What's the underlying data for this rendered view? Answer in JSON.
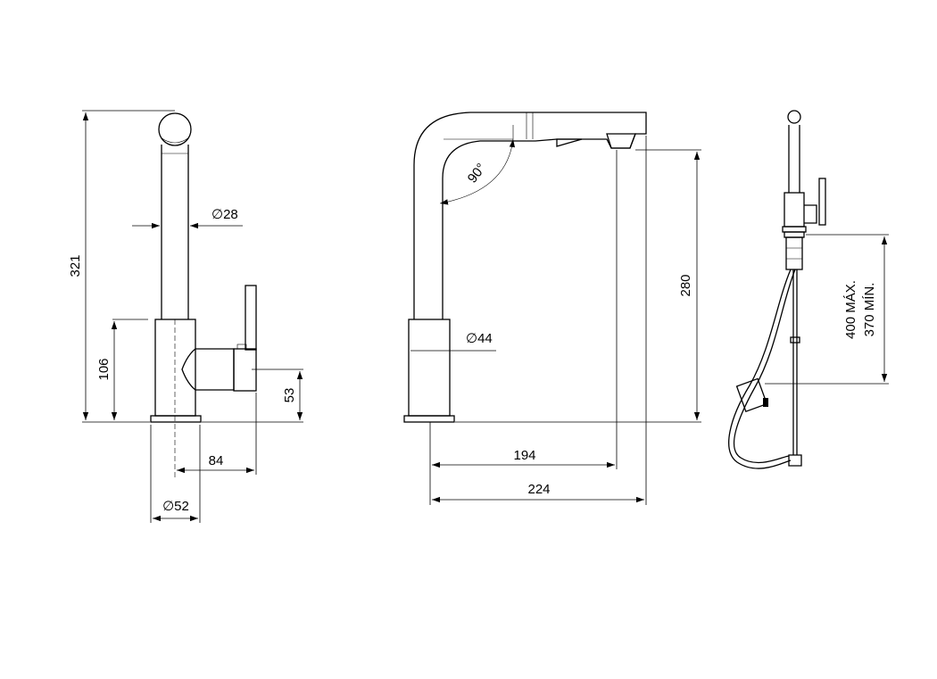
{
  "dimensions": {
    "front": {
      "height_total": "321",
      "body_height": "106",
      "handle_height": "53",
      "spout_diameter": "∅28",
      "handle_offset": "84",
      "base_diameter": "∅52"
    },
    "side": {
      "spout_angle": "90°",
      "body_diameter": "∅44",
      "spout_height": "280",
      "spout_reach": "194",
      "total_reach": "224"
    },
    "hose": {
      "max_length": "400 MÁX.",
      "min_length": "370 MÍN."
    }
  },
  "colors": {
    "line": "#000000",
    "background": "#ffffff"
  }
}
